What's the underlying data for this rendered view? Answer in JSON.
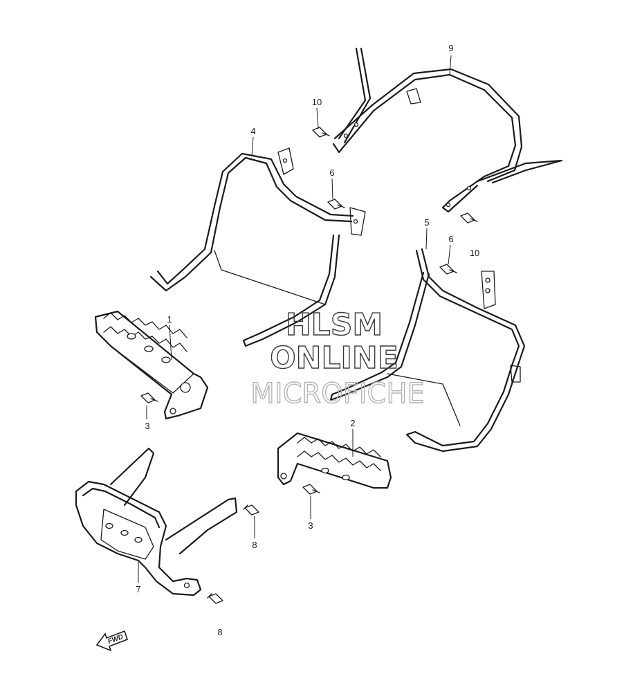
{
  "callouts": {
    "c1": "1",
    "c2": "2",
    "c3a": "3",
    "c3b": "3",
    "c4": "4",
    "c5": "5",
    "c6a": "6",
    "c6b": "6",
    "c7": "7",
    "c8a": "8",
    "c8b": "8",
    "c9": "9",
    "c10a": "10",
    "c10b": "10"
  },
  "watermark": {
    "line1": "HLSM",
    "line2": "ONLINE",
    "line3": "MICROFICHE"
  },
  "fwd_label": "FWD",
  "colors": {
    "line": "#1a1a1a",
    "watermark_dark": "#3a3a3a",
    "watermark_light": "#b5b5b5"
  }
}
